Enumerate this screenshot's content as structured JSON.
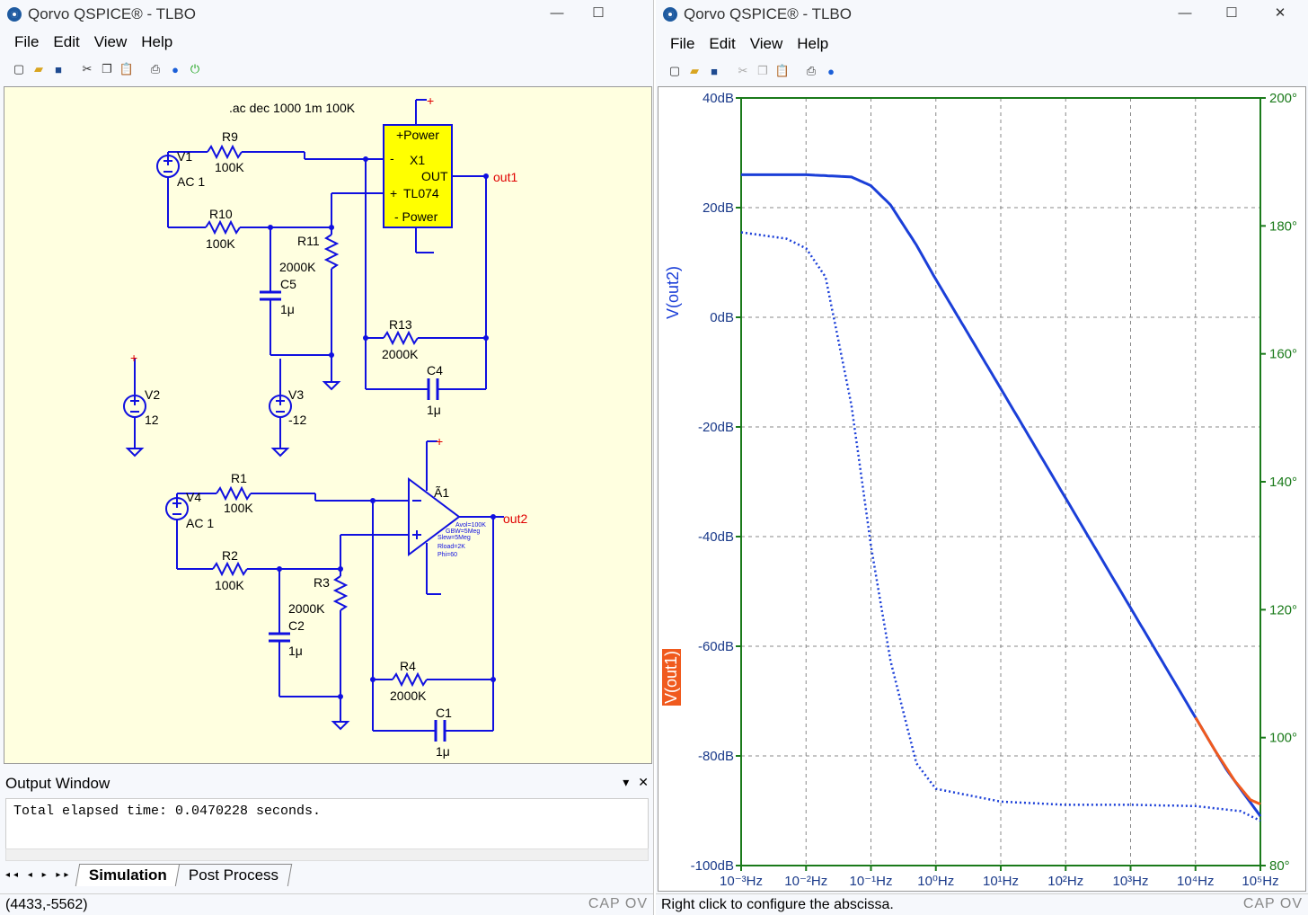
{
  "left_window": {
    "title": "Qorvo QSPICE® - TLBO",
    "controls": {
      "minimize": "—",
      "maximize": "☐"
    },
    "menu": [
      "File",
      "Edit",
      "View",
      "Help"
    ],
    "schematic": {
      "directive": ".ac dec 1000 1m 100K",
      "labels": {
        "V1": "V1",
        "V1_val": "AC 1",
        "R9": "R9",
        "R9_val": "100K",
        "R10": "R10",
        "R10_val": "100K",
        "R11": "R11",
        "R11_val": "2000K",
        "C5": "C5",
        "C5_val": "1μ",
        "R13": "R13",
        "R13_val": "2000K",
        "C4": "C4",
        "C4_val": "1μ",
        "X1": "X1",
        "X1_model": "TL074",
        "pos_power": "+Power",
        "neg_power": "- Power",
        "minus_in": "-",
        "plus_in": "+",
        "out_pin": "OUT",
        "out1": "out1",
        "out2": "out2",
        "V2": "V2",
        "V2_val": "12",
        "V3": "V3",
        "V3_val": "-12",
        "V4": "V4",
        "V4_val": "AC 1",
        "R1": "R1",
        "R1_val": "100K",
        "R2": "R2",
        "R2_val": "100K",
        "R3": "R3",
        "R3_val": "2000K",
        "C2": "C2",
        "C2_val": "1μ",
        "R4": "R4",
        "R4_val": "2000K",
        "C1": "C1",
        "C1_val": "1μ",
        "A1": "Ã1",
        "a1_params": [
          "Avol=100K",
          "GBW=5Meg",
          "Slew=5Meg",
          "Rload=2K",
          "Phi=60"
        ],
        "plus": "+"
      }
    },
    "output_window": {
      "title": "Output Window",
      "text": "Total elapsed time: 0.0470228 seconds."
    },
    "tabs": [
      "Simulation",
      "Post Process"
    ],
    "tab_nav": "◂◂ ◂ ▸ ▸▸",
    "status": {
      "coords": "(4433,-5562)",
      "caps": "CAP OV"
    }
  },
  "right_window": {
    "title": "Qorvo QSPICE® - TLBO",
    "controls": {
      "minimize": "—",
      "maximize": "☐",
      "close": "✕"
    },
    "menu": [
      "File",
      "Edit",
      "View",
      "Help"
    ],
    "trace_labels": {
      "out2": "V(out2)",
      "out1": "V(out1)"
    },
    "status": {
      "hint": "Right click to configure the abscissa.",
      "caps": "CAP OV"
    }
  },
  "chart_data": {
    "type": "line",
    "xscale": "log",
    "xlim": [
      0.001,
      100000
    ],
    "x_ticks": [
      "10⁻³Hz",
      "10⁻²Hz",
      "10⁻¹Hz",
      "10⁰Hz",
      "10¹Hz",
      "10²Hz",
      "10³Hz",
      "10⁴Hz",
      "10⁵Hz"
    ],
    "y_left": {
      "lim": [
        -100,
        40
      ],
      "ticks": [
        "40dB",
        "20dB",
        "0dB",
        "-20dB",
        "-40dB",
        "-60dB",
        "-80dB",
        "-100dB"
      ]
    },
    "y_right": {
      "lim": [
        80,
        200
      ],
      "ticks": [
        "200°",
        "180°",
        "160°",
        "140°",
        "120°",
        "100°",
        "80°"
      ]
    },
    "grid": true,
    "series": [
      {
        "name": "V(out2)",
        "quantity": "magnitude",
        "color": "#1b3fd8",
        "style": "solid",
        "x": [
          0.001,
          0.01,
          0.05,
          0.1,
          0.2,
          0.5,
          1,
          10,
          100,
          1000,
          10000,
          30000,
          100000
        ],
        "y": [
          26.0,
          26.0,
          25.6,
          24.0,
          20.5,
          13.2,
          6.9,
          -13.0,
          -33.0,
          -53.0,
          -73.0,
          -82.5,
          -91.0
        ]
      },
      {
        "name": "V(out1)",
        "quantity": "magnitude",
        "color": "#f05a1e",
        "style": "solid",
        "x": [
          10000,
          20000,
          40000,
          70000,
          100000
        ],
        "y": [
          -73.0,
          -79.0,
          -84.5,
          -88.0,
          -88.8
        ]
      },
      {
        "name": "V(out2)",
        "quantity": "phase",
        "color": "#1b3fd8",
        "style": "dotted",
        "x": [
          0.001,
          0.005,
          0.01,
          0.02,
          0.05,
          0.1,
          0.2,
          0.5,
          1,
          10,
          100,
          1000,
          10000,
          50000,
          100000
        ],
        "y": [
          179.0,
          178.0,
          176.5,
          172.0,
          152.0,
          130.0,
          112.0,
          96.0,
          92.0,
          90.0,
          89.5,
          89.5,
          89.3,
          88.5,
          87.0
        ]
      }
    ]
  }
}
